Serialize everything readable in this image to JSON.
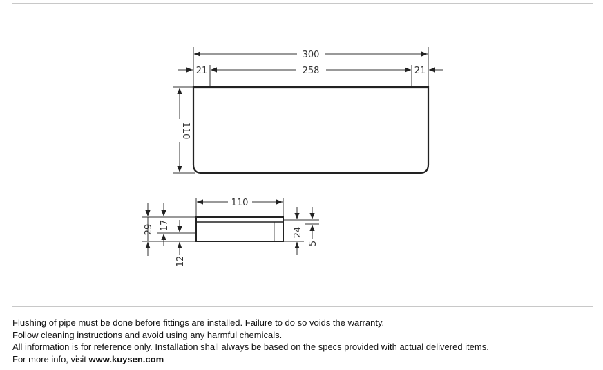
{
  "drawing": {
    "top_view": {
      "overall_width": "300",
      "inner_width": "258",
      "left_offset": "21",
      "right_offset": "21",
      "depth": "110"
    },
    "side_view": {
      "width": "110",
      "total_height": "29",
      "upper_height": "17",
      "lower_height": "12",
      "right_height": "24",
      "lip": "5"
    }
  },
  "notes": {
    "line1": "Flushing of pipe must be done before fittings are installed. Failure to do so voids the warranty.",
    "line2": "Follow cleaning instructions and avoid using any harmful chemicals.",
    "line3": "All information is for reference only. Installation shall always be based on the specs provided with actual delivered items.",
    "line4_prefix": "For more info, visit ",
    "line4_link": "www.kuysen.com"
  }
}
